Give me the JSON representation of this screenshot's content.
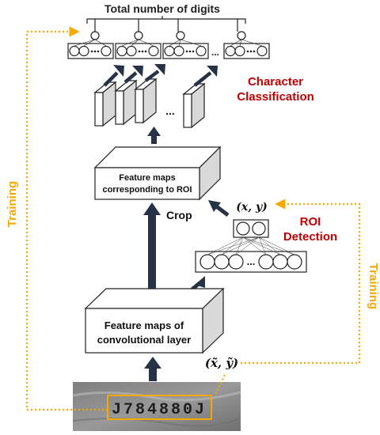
{
  "title": "Total number of digits",
  "labels": {
    "char_classification_line1": "Character",
    "char_classification_line2": "Classification",
    "roi_detection_line1": "ROI",
    "roi_detection_line2": "Detection",
    "crop": "Crop",
    "training_left": "Training",
    "training_right": "Training",
    "ellipsis_maps": "...",
    "ellipsis_top": "...",
    "ellipsis_roi": "..."
  },
  "boxes": {
    "roi_maps_line1": "Feature maps",
    "roi_maps_line2": "corresponding to ROI",
    "conv_maps_line1": "Feature maps of",
    "conv_maps_line2": "convolutional layer"
  },
  "coordinates": {
    "predicted": "(x, y)",
    "ground_truth": "(x̃, ỹ)"
  },
  "image": {
    "plate_text": "J784880J"
  },
  "colors": {
    "accent_red": "#c00000",
    "training_orange": "#f5a800",
    "arrow_dark": "#263245",
    "frame_dark": "#222222"
  }
}
